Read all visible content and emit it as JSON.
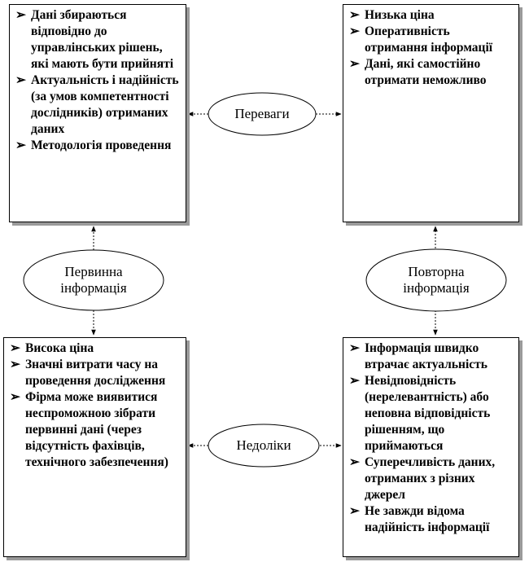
{
  "diagram": {
    "advantages_label": "Переваги",
    "disadvantages_label": "Недоліки",
    "primary_label": [
      "Первинна",
      "інформація"
    ],
    "secondary_label": [
      "Повторна",
      "інформація"
    ],
    "primary_advantages": [
      "Дані збираються відповідно до управлінських рішень, які мають бути прийняті",
      "Актуальність і надійність (за умов компетентності дослідників) отриманих даних",
      "Методологія проведення"
    ],
    "secondary_advantages": [
      "Низька ціна",
      "Оперативність отримання інформації",
      "Дані, які самостійно отримати неможливо"
    ],
    "primary_disadvantages": [
      "Висока ціна",
      "Значні витрати часу на проведення дослідження",
      "Фірма може виявитися неспроможною зібрати первинні дані (через відсутність фахівців, технічного забезпечення)"
    ],
    "secondary_disadvantages": [
      "Інформація швидко втрачає актуальність",
      "Невідповідність (нерелевантність) або неповна відповідність рішенням, що приймаються",
      "Суперечливість даних, отриманих з різних джерел",
      "Не завжди відома надійність інформації"
    ]
  }
}
